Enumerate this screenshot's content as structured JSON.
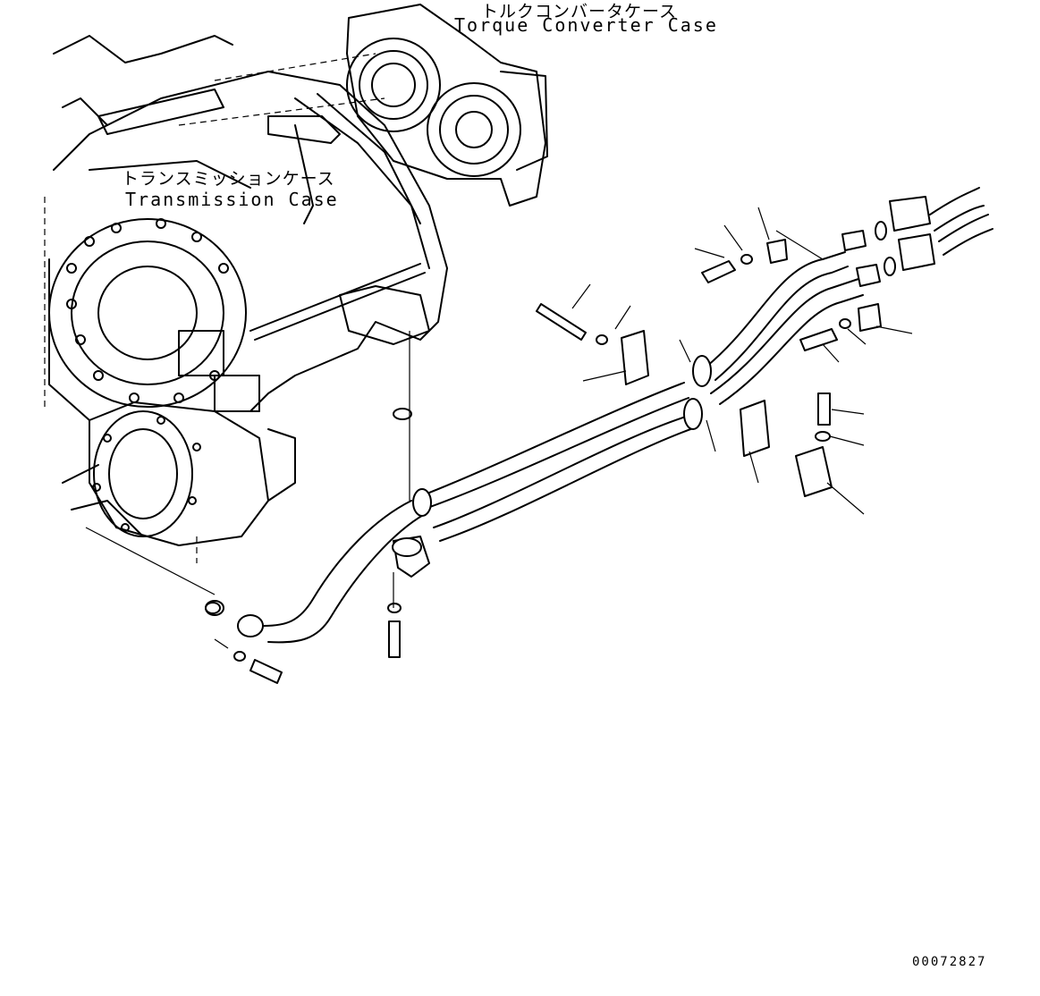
{
  "labels": {
    "torque_converter_case_jp": "トルクコンバータケース",
    "torque_converter_case_en": "Torque Converter Case",
    "transmission_case_jp": "トランスミッションケース",
    "transmission_case_en": "Transmission Case"
  },
  "drawing_number": "00072827"
}
